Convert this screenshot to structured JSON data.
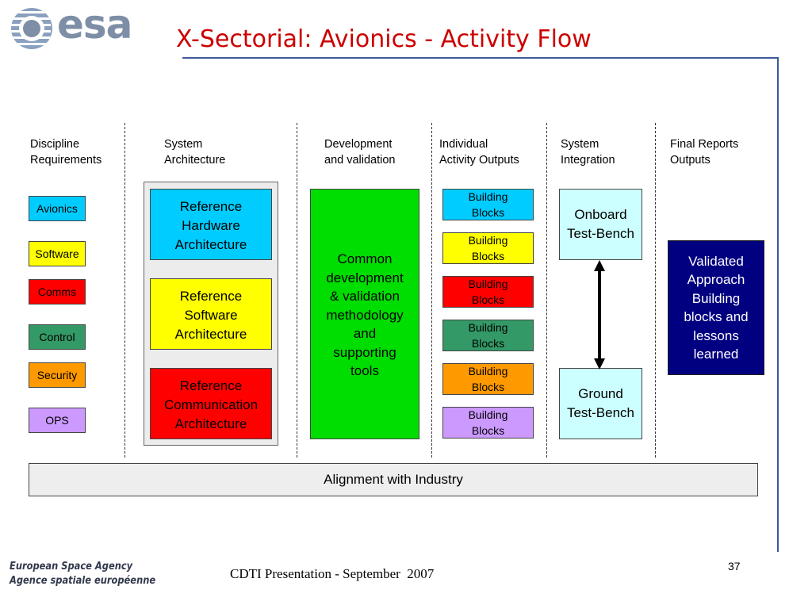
{
  "header": {
    "logo_text": "esa",
    "title": "X-Sectorial: Avionics - Activity Flow"
  },
  "columns": [
    "Discipline\nRequirements",
    "System\nArchitecture",
    "Development\nand validation",
    "Individual\nActivity Outputs",
    "System\nIntegration",
    "Final Reports\nOutputs"
  ],
  "disciplines": [
    {
      "label": "Avionics",
      "color": "#00ccff"
    },
    {
      "label": "Software",
      "color": "#ffff00"
    },
    {
      "label": "Comms",
      "color": "#ff0000"
    },
    {
      "label": "Control",
      "color": "#339966"
    },
    {
      "label": "Security",
      "color": "#ff9900"
    },
    {
      "label": "OPS",
      "color": "#cc99ff"
    }
  ],
  "architectures": [
    {
      "label": "Reference\nHardware\nArchitecture",
      "color": "#00ccff"
    },
    {
      "label": "Reference\nSoftware\nArchitecture",
      "color": "#ffff00"
    },
    {
      "label": "Reference\nCommunication\nArchitecture",
      "color": "#ff0000"
    }
  ],
  "development": {
    "label": "Common\ndevelopment\n& validation\nmethodology\nand\nsupporting\ntools",
    "color": "#00dd00"
  },
  "building_blocks": [
    {
      "label": "Building\nBlocks",
      "color": "#00ccff"
    },
    {
      "label": "Building\nBlocks",
      "color": "#ffff00"
    },
    {
      "label": "Building\nBlocks",
      "color": "#ff0000"
    },
    {
      "label": "Building\nBlocks",
      "color": "#339966"
    },
    {
      "label": "Building\nBlocks",
      "color": "#ff9900"
    },
    {
      "label": "Building\nBlocks",
      "color": "#cc99ff"
    }
  ],
  "integration": {
    "onboard": "Onboard\nTest-Bench",
    "ground": "Ground\nTest-Bench"
  },
  "final_report": "Validated\nApproach\nBuilding\nblocks and\nlessons\nlearned",
  "alignment": "Alignment with Industry",
  "footer": {
    "agency_en": "European Space Agency",
    "agency_fr": "Agence spatiale européenne",
    "presentation": "CDTI Presentation - September  2007",
    "page": "37"
  }
}
